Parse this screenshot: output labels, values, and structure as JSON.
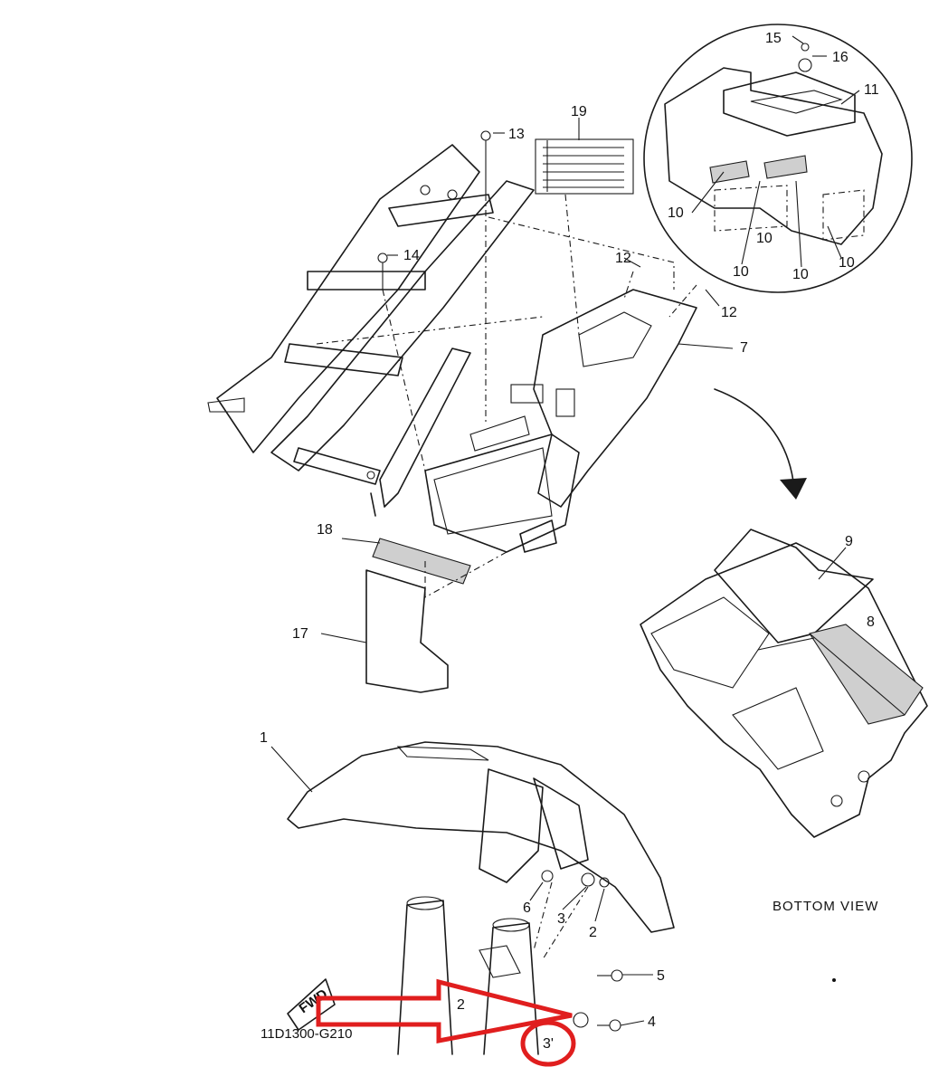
{
  "diagram": {
    "drawing_code": "11D1300-G210",
    "bottom_view_label": "BOTTOM VIEW",
    "fwd_label": "FWD",
    "part_numbers": {
      "p1": "1",
      "p2a": "2",
      "p2b": "2",
      "p3a": "3",
      "p3b": "3'",
      "p4": "4",
      "p5": "5",
      "p6": "6",
      "p7": "7",
      "p8": "8",
      "p9": "9",
      "p10a": "10",
      "p10b": "10",
      "p10c": "10",
      "p10d": "10",
      "p10e": "10",
      "p11": "11",
      "p12a": "12",
      "p12b": "12",
      "p13": "13",
      "p14": "14",
      "p15": "15",
      "p16": "16",
      "p17": "17",
      "p18": "18",
      "p19": "19"
    },
    "highlight_color": "#e01e1e"
  }
}
